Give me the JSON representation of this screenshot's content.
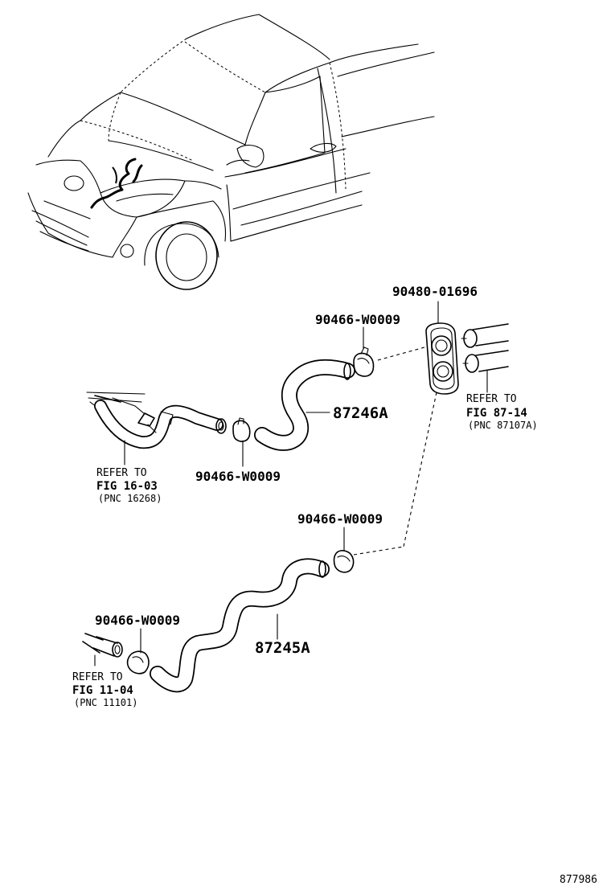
{
  "diagram": {
    "part_labels": {
      "grommet": "90480-01696",
      "clamp_top": "90466-W0009",
      "clamp_left": "90466-W0009",
      "clamp_mid": "90466-W0009",
      "clamp_bottom": "90466-W0009",
      "hose_upper": "87246A",
      "hose_lower": "87245A"
    },
    "references": {
      "right": {
        "line1": "REFER TO",
        "line2": "FIG 87-14",
        "line3": "(PNC 87107A)"
      },
      "left": {
        "line1": "REFER TO",
        "line2": "FIG 16-03",
        "line3": "(PNC 16268)"
      },
      "bottom": {
        "line1": "REFER TO",
        "line2": "FIG 11-04",
        "line3": "(PNC 11101)"
      }
    },
    "figure_id": "877986"
  }
}
